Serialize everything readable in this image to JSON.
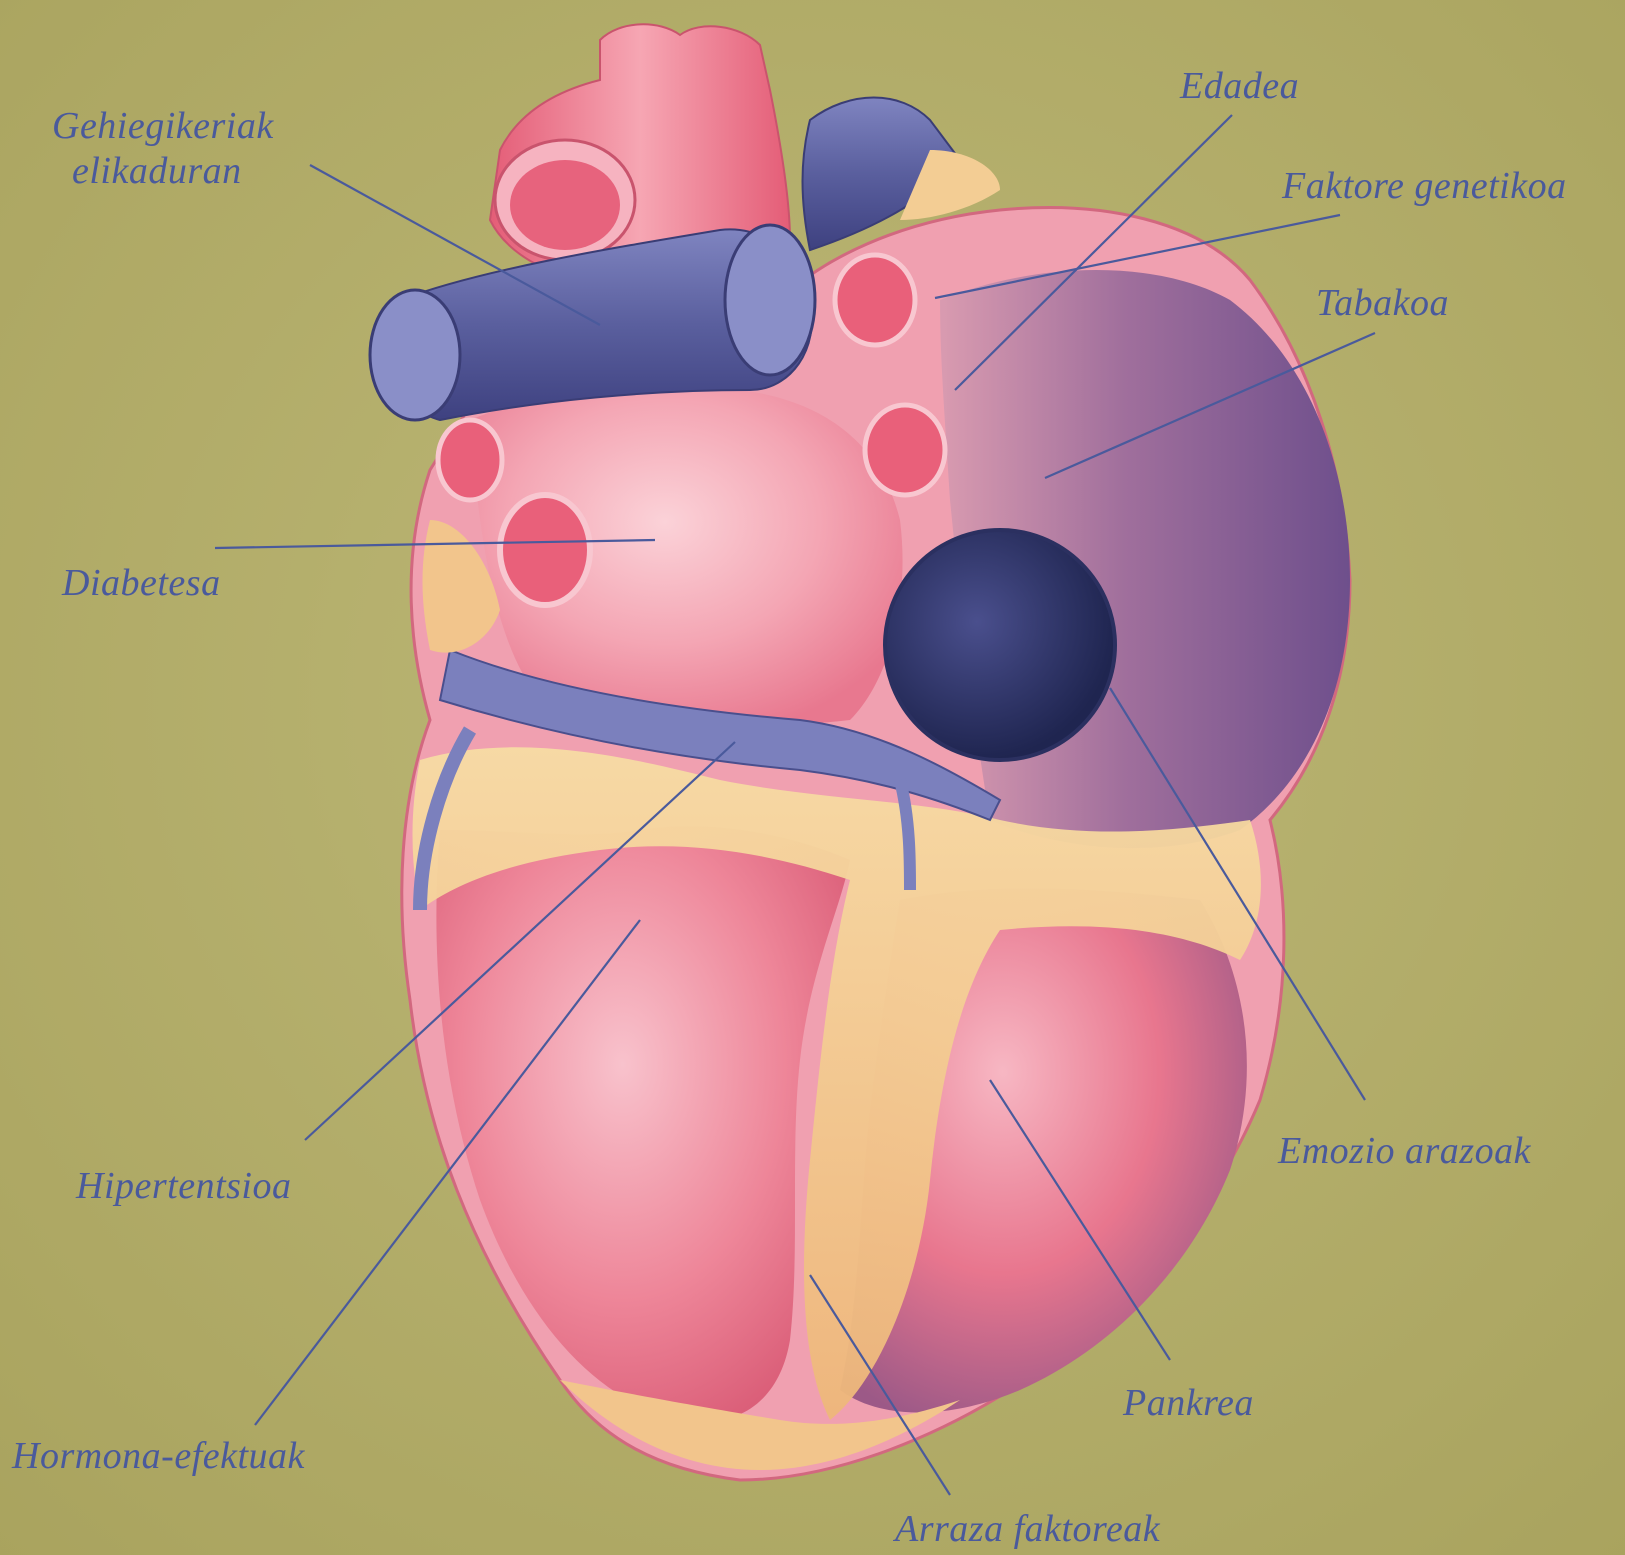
{
  "colors": {
    "background": "#b3ae6b",
    "label_text": "#4a5a9c",
    "leader_line": "#4a5a9c",
    "artery_red": "#e9607a",
    "vein_blue": "#5a5f9e",
    "muscle_pink": "#ef8ea0",
    "fat_yellow": "#f3c98a",
    "ventricle_purple": "#8e5f95"
  },
  "labels": {
    "gehiegikeriak_1": "Gehiegikeriak",
    "gehiegikeriak_2": "elikaduran",
    "edadea": "Edadea",
    "faktore": "Faktore genetikoa",
    "tabakoa": "Tabakoa",
    "diabetesa": "Diabetesa",
    "emozio": "Emozio arazoak",
    "hipertentsioa": "Hipertentsioa",
    "pankrea": "Pankrea",
    "hormona": "Hormona-efektuak",
    "arraza": "Arraza faktoreak"
  }
}
